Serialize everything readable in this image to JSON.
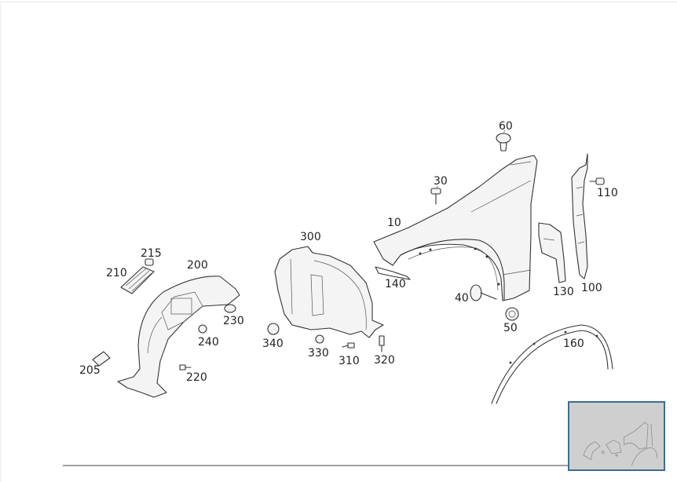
{
  "diagram": {
    "labels": {
      "p10": "10",
      "p30": "30",
      "p40": "40",
      "p50": "50",
      "p60": "60",
      "p100": "100",
      "p110": "110",
      "p130": "130",
      "p140": "140",
      "p160": "160",
      "p200": "200",
      "p205": "205",
      "p210": "210",
      "p215": "215",
      "p220": "220",
      "p230": "230",
      "p240": "240",
      "p300": "300",
      "p310": "310",
      "p320": "320",
      "p330": "330",
      "p340": "340"
    }
  },
  "thumbnail": {
    "icon": "diagram-thumbnail",
    "border_color": "#3a6f8f"
  }
}
